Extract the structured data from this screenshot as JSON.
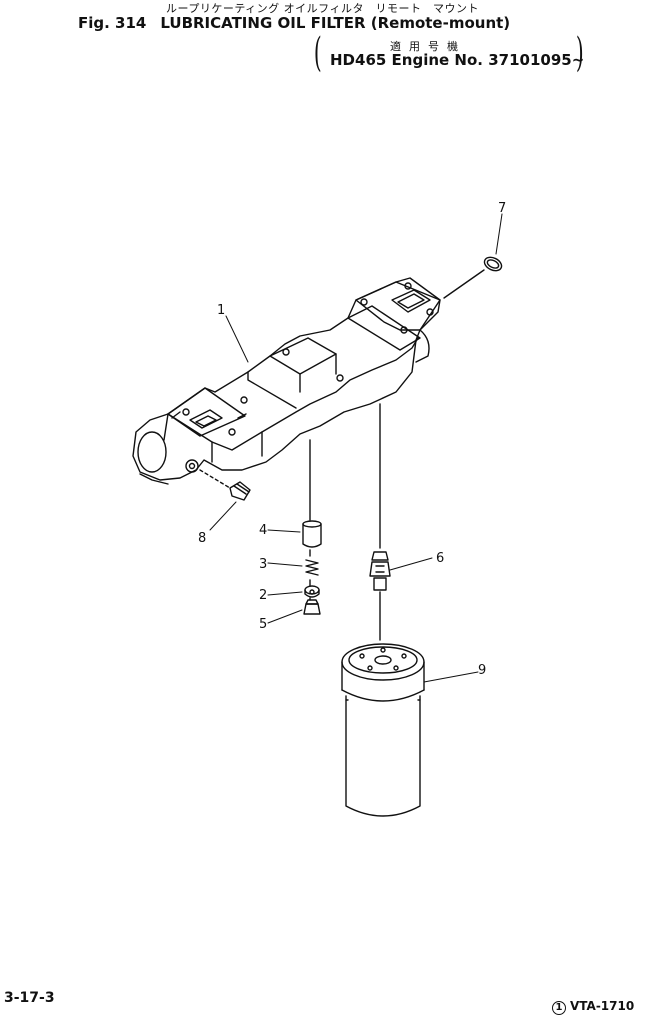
{
  "header": {
    "japanese_title": "ループリケーティング オイルフィルタ　リモート　マウント",
    "fig_label": "Fig. 314",
    "title": "LUBRICATING OIL FILTER (Remote-mount)",
    "applicability_jp": "適用号機",
    "engine_line": "HD465 Engine No. 37101095~"
  },
  "callouts": [
    "1",
    "2",
    "3",
    "4",
    "5",
    "6",
    "7",
    "8",
    "9"
  ],
  "footer": {
    "page_number": "3-17-3",
    "ref_circle": "1",
    "ref_code": "VTA-1710"
  }
}
